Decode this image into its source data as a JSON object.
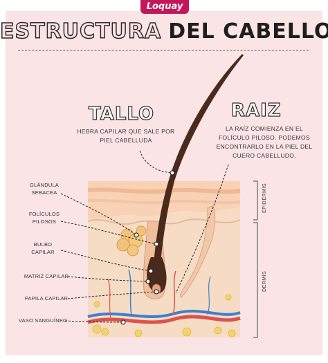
{
  "brand": "Loquay",
  "title": {
    "outline": "ESTRUCTURA",
    "solid": "DEL CABELLO"
  },
  "tallo": {
    "heading": "TALLO",
    "desc_line1": "HEBRA CAPILAR QUE SALE POR",
    "desc_line2": "PIEL CABELLUDA"
  },
  "raiz": {
    "heading": "RAIZ",
    "desc_line1": "LA RAÍZ COMIENZA EN EL",
    "desc_line2": "FOLÍCULO PILOSO. PODEMOS",
    "desc_line3": "ENCONTRARLO EN LA PIEL DEL",
    "desc_line4": "CUERO CABELLUDO."
  },
  "labels": {
    "glandula_1": "GLÁNDULA",
    "glandula_2": "SEBACEA",
    "foliculos_1": "FOLÍCULOS",
    "foliculos_2": "PILOSOS",
    "bulbo_1": "BULBO",
    "bulbo_2": "CAPILAR",
    "matriz": "MATRIZ CAPILAR",
    "papila": "PAPILA CAPILAR",
    "vaso": "VASO SANGUÍNEO",
    "epidermis": "EPIDERMIS",
    "dermis": "DERMIS"
  },
  "colors": {
    "background_panel": "#fbe4e6",
    "hair": "#4a2a1c",
    "skin_epidermis": "#f9d5bd",
    "skin_dermis": "#f6dcc4",
    "gland": "#f3c27a",
    "vein_blue": "#3f7fd1",
    "vein_red": "#d9534f",
    "brand": "#c2185b"
  }
}
